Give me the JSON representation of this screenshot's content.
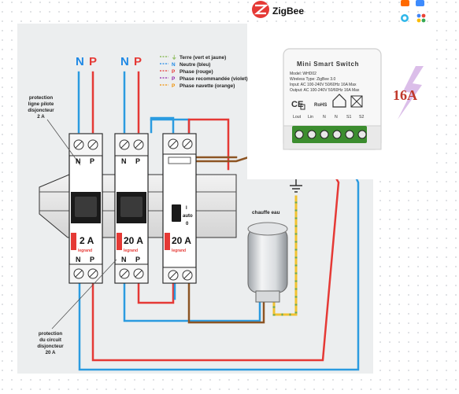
{
  "brand": {
    "zigbee": "ZigBee"
  },
  "app_icons": [
    {
      "name": "tuya-app-icon",
      "caption": ""
    },
    {
      "name": "smart-life-app-icon",
      "caption": ""
    },
    {
      "name": "alexa-icon",
      "caption": ""
    },
    {
      "name": "google-assistant-icon",
      "caption": ""
    }
  ],
  "column_labels": {
    "left_n": "N",
    "left_p": "P",
    "mid_n": "N",
    "mid_p": "P"
  },
  "legend": [
    {
      "sym": "⏚",
      "color": "#7cb342",
      "text": "Terre (vert et jaune)"
    },
    {
      "sym": "N",
      "color": "#1e88e5",
      "text": "Neutre (bleu)"
    },
    {
      "sym": "P",
      "color": "#e53935",
      "text": "Phase (rouge)"
    },
    {
      "sym": "P",
      "color": "#8e24aa",
      "text": "Phase recommandée (violet)"
    },
    {
      "sym": "P",
      "color": "#ef8f00",
      "text": "Phase navette (orange)"
    }
  ],
  "left_notes": {
    "top": [
      "protection",
      "ligne pilote",
      "disjoncteur",
      "2 A"
    ],
    "bottom": [
      "protection",
      "du circuit",
      "disjoncteur",
      "20 A"
    ]
  },
  "breakers": [
    {
      "rating": "2 A",
      "brand": "legrand",
      "top_n": "N",
      "top_p": "P",
      "bot_n": "N",
      "bot_p": "P"
    },
    {
      "rating": "20 A",
      "brand": "legrand",
      "top_n": "N",
      "top_p": "P",
      "bot_n": "N",
      "bot_p": "P"
    }
  ],
  "contactor": {
    "rating": "20 A",
    "brand": "legrand",
    "mode_1": "I",
    "mode_auto": "auto",
    "mode_0": "0"
  },
  "water_heater": {
    "label": "chauffe eau"
  },
  "module": {
    "title": "Mini Smart Switch",
    "model": "Model: WHD02",
    "wireless": "Wireless Type: ZigBee 3.0",
    "input": "Input: AC 100-240V 50/60Hz 16A Max",
    "output": "Output: AC 100-240V 50/60Hz 16A Max",
    "terminals": [
      "Lout",
      "Lin",
      "N",
      "N",
      "S1",
      "S2"
    ],
    "cert_ce": "CE",
    "cert_rohs": "RoHS"
  },
  "rating_badge": "16A",
  "colors": {
    "neutral": "#2b9be0",
    "phase": "#e53935",
    "brown": "#8d5524",
    "earth_green": "#6aa84f",
    "earth_yellow": "#f1c232",
    "module_terminal": "#3c8d2f"
  }
}
